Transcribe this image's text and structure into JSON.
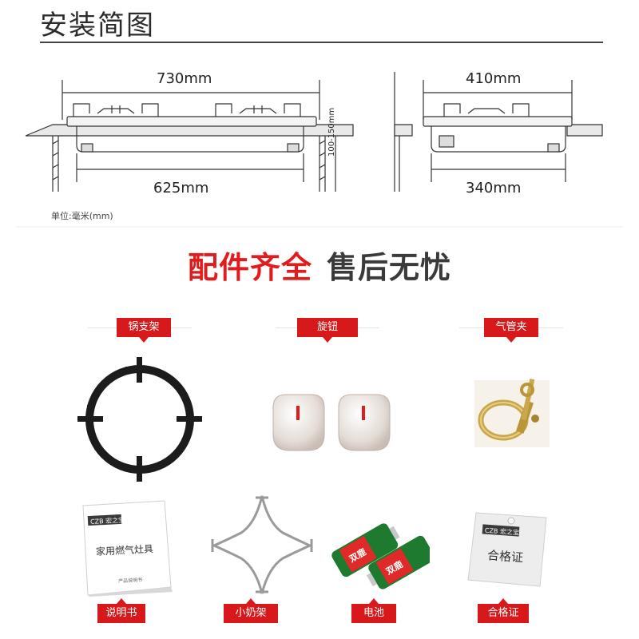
{
  "header": {
    "title": "安装简图"
  },
  "diagram": {
    "dim_top_left": "730mm",
    "dim_bottom_left": "625mm",
    "dim_side": "100-150mm",
    "dim_top_right": "410mm",
    "dim_bottom_right": "340mm",
    "unit_label": "单位:毫米(mm)"
  },
  "slogan": {
    "part1": "配件齐全",
    "part2": "售后无忧"
  },
  "accessories": [
    {
      "label": "锅支架",
      "icon": "pot-stand-icon"
    },
    {
      "label": "旋钮",
      "icon": "knob-icon"
    },
    {
      "label": "气管夹",
      "icon": "hose-clamp-icon"
    },
    {
      "label": "说明书",
      "icon": "manual-icon"
    },
    {
      "label": "小奶架",
      "icon": "small-stand-icon"
    },
    {
      "label": "电池",
      "icon": "battery-icon"
    },
    {
      "label": "合格证",
      "icon": "certificate-icon"
    }
  ],
  "manual": {
    "brand": "CZB 宏之宝",
    "title": "家用燃气灶具",
    "subtitle": "产品说明书"
  },
  "certificate": {
    "brand": "CZB 宏之宝",
    "title": "合格证"
  },
  "battery": {
    "brand": "双鹿"
  },
  "colors": {
    "accent_red": "#d7191c",
    "slogan_red": "#e01c1c"
  }
}
